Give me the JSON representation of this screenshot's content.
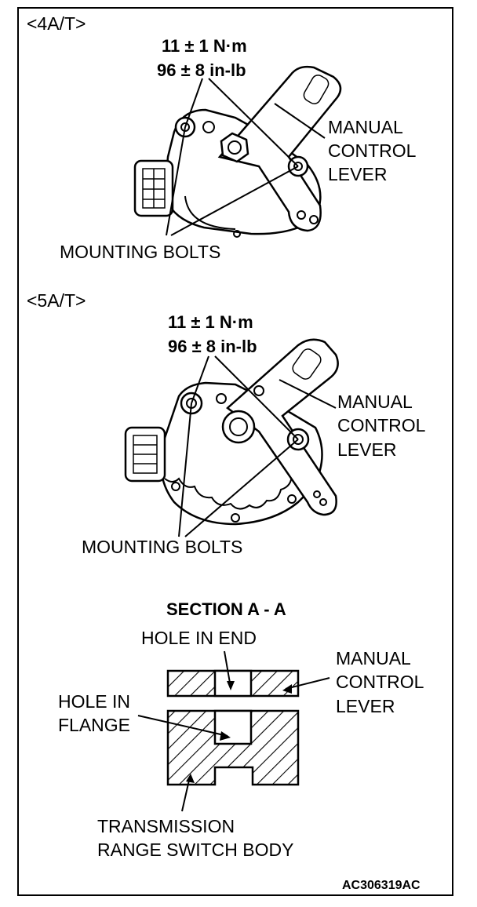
{
  "panel_4at": {
    "heading": "<4A/T>",
    "torque_nm": "11 ± 1 N·m",
    "torque_inlb": "96 ± 8 in-lb",
    "lever_label": [
      "MANUAL",
      "CONTROL",
      "LEVER"
    ],
    "bolts_label": "MOUNTING BOLTS"
  },
  "panel_5at": {
    "heading": "<5A/T>",
    "torque_nm": "11 ± 1 N·m",
    "torque_inlb": "96 ± 8 in-lb",
    "lever_label": [
      "MANUAL",
      "CONTROL",
      "LEVER"
    ],
    "bolts_label": "MOUNTING BOLTS"
  },
  "section": {
    "title": "SECTION A - A",
    "hole_in_end": "HOLE IN END",
    "lever_label": [
      "MANUAL",
      "CONTROL",
      "LEVER"
    ],
    "hole_in_flange": [
      "HOLE IN",
      "FLANGE"
    ],
    "body_label": [
      "TRANSMISSION",
      "RANGE SWITCH BODY"
    ]
  },
  "figure_id": "AC306319AC"
}
